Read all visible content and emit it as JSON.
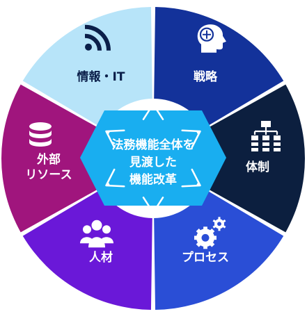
{
  "center": {
    "lines": [
      "法務機能全体を",
      "見渡した",
      "機能改革"
    ],
    "color": "#19aef0"
  },
  "segments": [
    {
      "id": "senryaku",
      "label": "戦略",
      "color": "#13329a",
      "icon": "brain-head-icon"
    },
    {
      "id": "taisei",
      "label": "体制",
      "color": "#0c1f3f",
      "icon": "org-chart-icon"
    },
    {
      "id": "process",
      "label": "プロセス",
      "color": "#2a4ed6",
      "icon": "gears-icon"
    },
    {
      "id": "jinzai",
      "label": "人材",
      "color": "#6a18d8",
      "icon": "people-group-icon"
    },
    {
      "id": "gaibu",
      "label": "外部\nリソース",
      "color": "#a0157d",
      "icon": "database-icon"
    },
    {
      "id": "joho",
      "label": "情報・IT",
      "color": "#b7e4f9",
      "icon": "rss-feed-icon"
    }
  ],
  "colors": {
    "light_text": "#ffffff",
    "dark_text": "#0b1f4a",
    "arrow": "#ffffff"
  }
}
